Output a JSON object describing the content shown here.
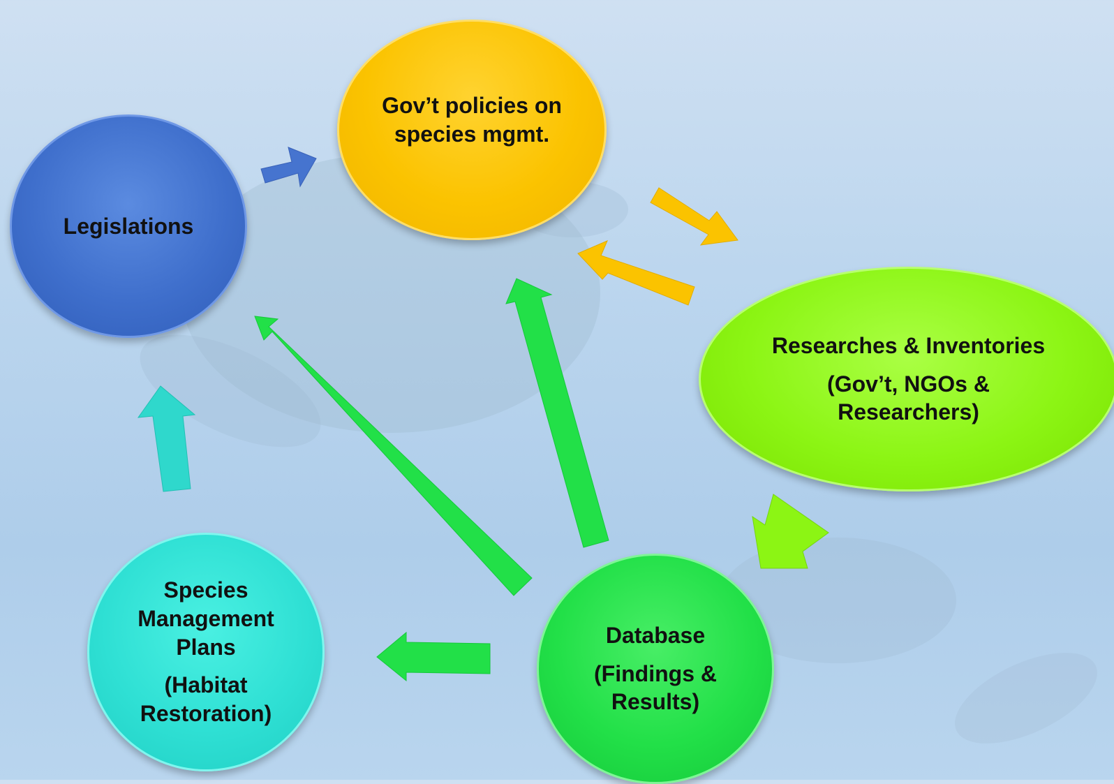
{
  "nodes": {
    "legislations": {
      "label": "Legislations"
    },
    "gov_policies": {
      "line1": "Gov’t policies on",
      "line2": "species mgmt."
    },
    "researches": {
      "title": "Researches & Inventories",
      "sub1": "(Gov’t, NGOs &",
      "sub2": "Researchers)"
    },
    "database": {
      "title": "Database",
      "sub1": "(Findings &",
      "sub2": "Results)"
    },
    "species_plans": {
      "line1": "Species",
      "line2": "Management",
      "line3": "Plans",
      "sub1": "(Habitat",
      "sub2": "Restoration)"
    }
  },
  "colors": {
    "legislations": "#3f6fcc",
    "gov_policies": "#fbc300",
    "researches": "#8cf514",
    "database": "#22e048",
    "species_plans": "#2fe0d4"
  },
  "arrows": [
    {
      "from": "legislations",
      "to": "gov_policies",
      "color": "#4674cf"
    },
    {
      "from": "gov_policies",
      "to": "researches",
      "color": "#fbc300"
    },
    {
      "from": "researches",
      "to": "gov_policies",
      "color": "#fbc300"
    },
    {
      "from": "researches",
      "to": "database",
      "color": "#8cf514"
    },
    {
      "from": "database",
      "to": "gov_policies",
      "color": "#22e048"
    },
    {
      "from": "database",
      "to": "legislations",
      "color": "#22e048"
    },
    {
      "from": "database",
      "to": "species_plans",
      "color": "#22e048"
    },
    {
      "from": "species_plans",
      "to": "legislations",
      "color": "#2fd8cc"
    }
  ]
}
